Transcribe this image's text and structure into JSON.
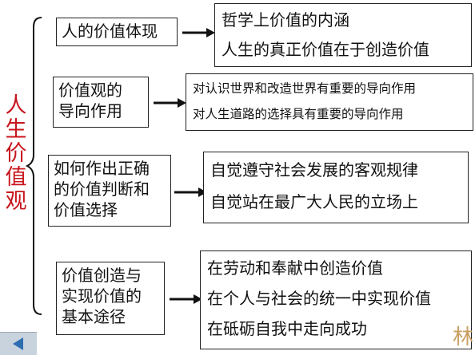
{
  "title": "人生价值观",
  "groups": [
    {
      "left": [
        "人的价值体现"
      ],
      "right": [
        "哲学上价值的内涵",
        "人生的真正价值在于创造价值"
      ]
    },
    {
      "left": [
        "价值观的",
        "导向作用"
      ],
      "right": [
        "对认识世界和改造世界有重要的导向作用",
        "对人生道路的选择具有重要的导向作用"
      ]
    },
    {
      "left": [
        "如何作出正确",
        "的价值判断和",
        "价值选择"
      ],
      "right": [
        "自觉遵守社会发展的客观规律",
        "自觉站在最广大人民的立场上"
      ]
    },
    {
      "left": [
        "价值创造与",
        "实现价值的",
        "基本途径"
      ],
      "right": [
        "在劳动和奉献中创造价值",
        "在个人与社会的统一中实现价值",
        "在砥砺自我中走向成功"
      ]
    }
  ],
  "watermark": "林",
  "colors": {
    "title": "#c8161d",
    "border": "#222222",
    "arrow": "#111111",
    "nav": "#2f6db3"
  },
  "icons": {
    "arrow": "right-arrow-icon",
    "nav": "previous-slide-icon"
  }
}
